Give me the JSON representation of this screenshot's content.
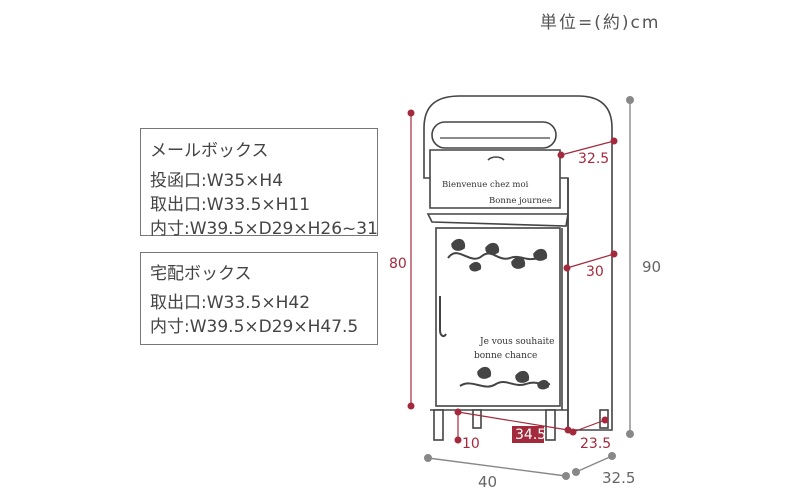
{
  "unit_label": "単位=(約)cm",
  "mailbox_spec": {
    "title": "メールボックス",
    "lines": [
      "投函口:W35×H4",
      "取出口:W33.5×H11",
      "内寸:W39.5×D29×H26~31"
    ]
  },
  "parcel_spec": {
    "title": "宅配ボックス",
    "lines": [
      "取出口:W33.5×H42",
      "内寸:W39.5×D29×H47.5"
    ]
  },
  "dimensions": {
    "slot_depth": "32.5",
    "door_depth": "30",
    "body_height": "80",
    "total_height": "90",
    "leg_height": "10",
    "leg_span": "34.5",
    "leg_depth": "23.5",
    "width": "40",
    "depth": "32.5"
  },
  "decor_text": {
    "upper_left": "Bienvenue chez moi",
    "upper_right": "Bonne journee",
    "lower_1": "Je vous souhaite",
    "lower_2": "bonne chance"
  },
  "colors": {
    "dimension_red": "#a32a3c",
    "line_gray": "#888888"
  }
}
